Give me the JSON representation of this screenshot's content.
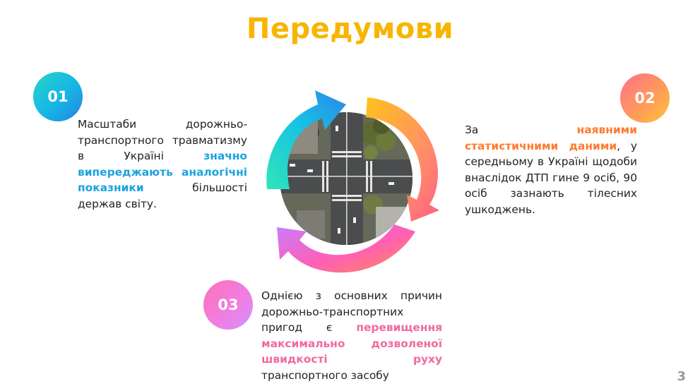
{
  "title": "Передумови",
  "items": [
    {
      "number": "01",
      "parts": [
        {
          "text": "Масштаби дорожньо-транспортного травматизму в Україні ",
          "highlight": false
        },
        {
          "text": "значно випереджають аналогічні показники",
          "highlight": true
        },
        {
          "text": " більшості держав світу.",
          "highlight": false
        }
      ]
    },
    {
      "number": "02",
      "parts": [
        {
          "text": "За ",
          "highlight": false
        },
        {
          "text": "наявними статистичними даними",
          "highlight": true
        },
        {
          "text": ", у середньому в Україні щодоби внаслідок ДТП гине 9 осіб, 90 осіб зазнають тілесних ушкоджень.",
          "highlight": false
        }
      ]
    },
    {
      "number": "03",
      "parts": [
        {
          "text": "Однією з основних причин дорожньо-транспортних пригод є ",
          "highlight": false
        },
        {
          "text": "перевищення максимально дозволеної швидкості руху",
          "highlight": true
        },
        {
          "text": " транспортного засобу",
          "highlight": false
        }
      ]
    }
  ],
  "page_number": "3",
  "colors": {
    "title": "#f7b500",
    "highlight_1": "#1aa3e0",
    "highlight_2": "#ff7a2f",
    "highlight_3": "#f06aa0"
  },
  "icons": {
    "cycle": "circular-arrows-cycle-icon",
    "photo": "aerial-intersection-photo"
  }
}
